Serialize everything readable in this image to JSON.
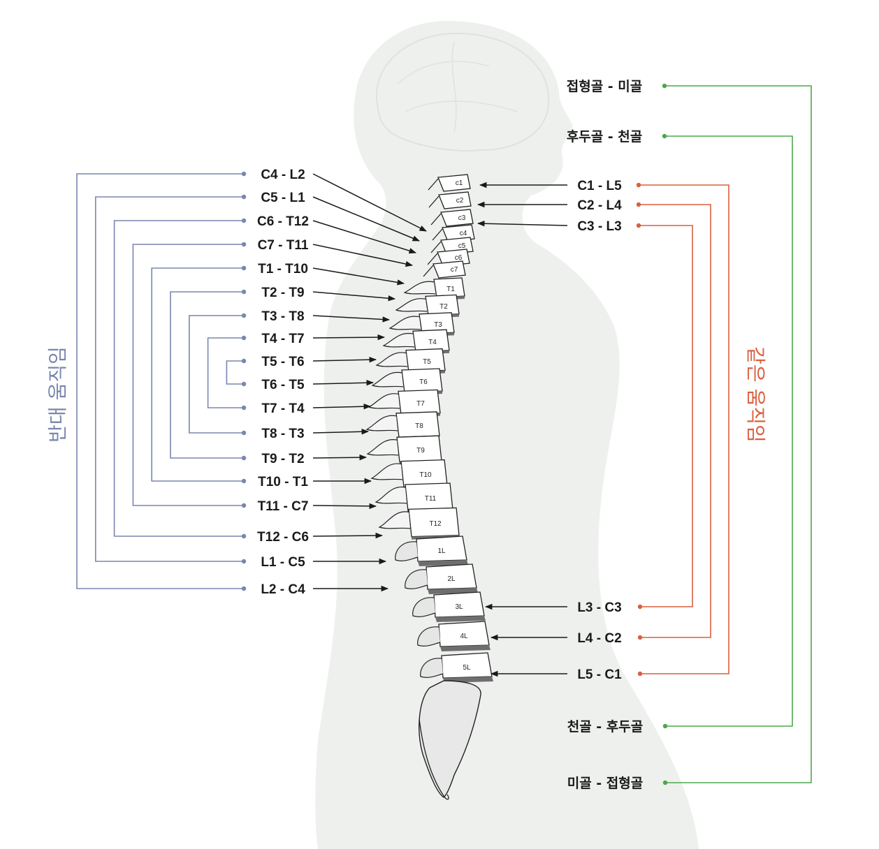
{
  "colors": {
    "opposite": "#7a86ad",
    "same": "#d9603f",
    "sphen": "#4aa84a",
    "arrow": "#1a1a1a",
    "silhouette": "#eef0ee",
    "disc": "#6e6e6e"
  },
  "left_group": {
    "title": "반대 움직임",
    "pairs": [
      "C4 - L2",
      "C5 - L1",
      "C6 - T12",
      "C7 - T11",
      "T1 - T10",
      "T2 - T9",
      "T3 - T8",
      "T4 - T7",
      "T5 - T6",
      "T6 - T5",
      "T7 - T4",
      "T8 - T3",
      "T9 - T2",
      "T10 - T1",
      "T11 - C7",
      "T12 - C6",
      "L1 - C5",
      "L2 - C4"
    ]
  },
  "right_group": {
    "title": "같은 움직임",
    "upper_pairs": [
      "C1 - L5",
      "C2 - L4",
      "C3 - L3"
    ],
    "lower_pairs": [
      "L3 - C3",
      "L4 - C2",
      "L5 - C1"
    ]
  },
  "cranial_group": {
    "upper_pairs": [
      "접형골 - 미골",
      "후두골 - 천골"
    ],
    "lower_pairs": [
      "천골 - 후두골",
      "미골 - 접형골"
    ]
  },
  "vertebra_labels": {
    "cervical": [
      "c1",
      "c2",
      "c3",
      "c4",
      "c5",
      "c6",
      "c7"
    ],
    "thoracic": [
      "T1",
      "T2",
      "T3",
      "T4",
      "T5",
      "T6",
      "T7",
      "T8",
      "T9",
      "T10",
      "T11",
      "T12"
    ],
    "lumbar": [
      "1L",
      "2L",
      "3L",
      "4L",
      "5L"
    ]
  }
}
